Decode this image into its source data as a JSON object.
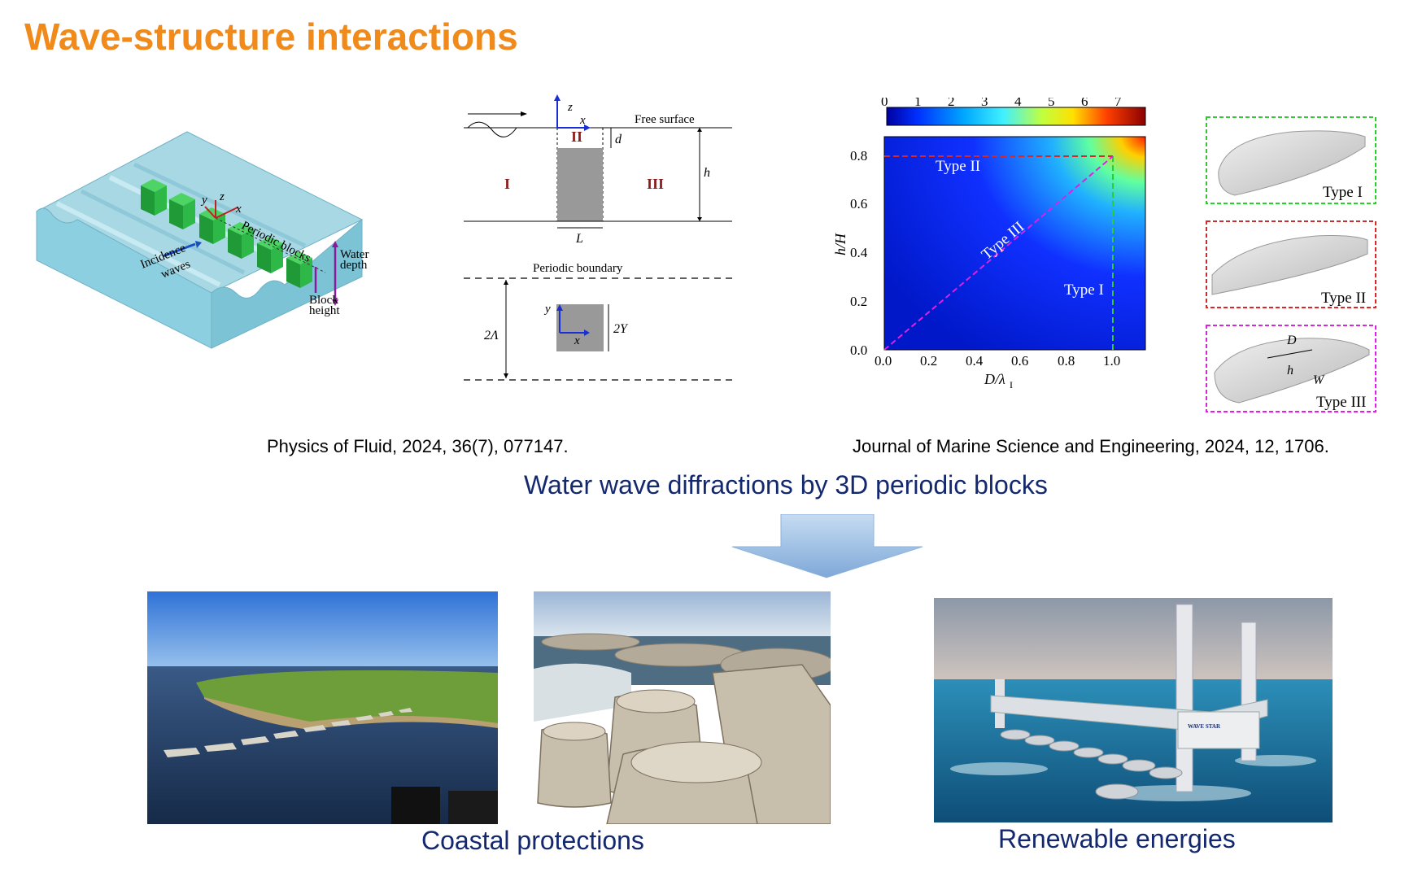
{
  "slide": {
    "title": "Wave-structure interactions",
    "citation_left": "Physics of Fluid, 2024, 36(7), 077147.",
    "citation_right": "Journal of Marine Science and Engineering, 2024, 12, 1706.",
    "subtitle": "Water wave diffractions by 3D periodic blocks",
    "caption_coastal": "Coastal protections",
    "caption_renewable": "Renewable energies"
  },
  "fig_3d": {
    "incidence": "Incidence",
    "waves": "waves",
    "periodic_blocks": "Periodic blocks",
    "water": "Water",
    "depth": "depth",
    "block": "Block",
    "height": "height",
    "y": "y",
    "z": "z",
    "x": "x"
  },
  "fig_section": {
    "z": "z",
    "x": "x",
    "free_surface": "Free surface",
    "region_1": "I",
    "region_2": "II",
    "region_3": "III",
    "d": "d",
    "h": "h",
    "L": "L",
    "periodic_boundary": "Periodic boundary",
    "y": "y",
    "x2": "x",
    "two_lambda": "2Λ",
    "two_Y": "2Y"
  },
  "heatmap": {
    "colorbar_ticks": [
      "0",
      "1",
      "2",
      "3",
      "4",
      "5",
      "6",
      "7"
    ],
    "y_ticks": [
      "0.0",
      "0.2",
      "0.4",
      "0.6",
      "0.8"
    ],
    "x_ticks": [
      "0.0",
      "0.2",
      "0.4",
      "0.6",
      "0.8",
      "1.0"
    ],
    "ylabel": "h/H",
    "xlabel": "D/λ",
    "xlabel_sub": "I",
    "type1": "Type I",
    "type2": "Type II",
    "type3": "Type III",
    "colors": {
      "type1": "#2ecc2e",
      "type2": "#d62828",
      "type3": "#e020e0"
    }
  },
  "shapes": {
    "type1": "Type I",
    "type2": "Type II",
    "type3": "Type III",
    "D": "D",
    "h": "h",
    "W": "W"
  },
  "badge": {
    "wave_star": "WAVE STAR"
  }
}
